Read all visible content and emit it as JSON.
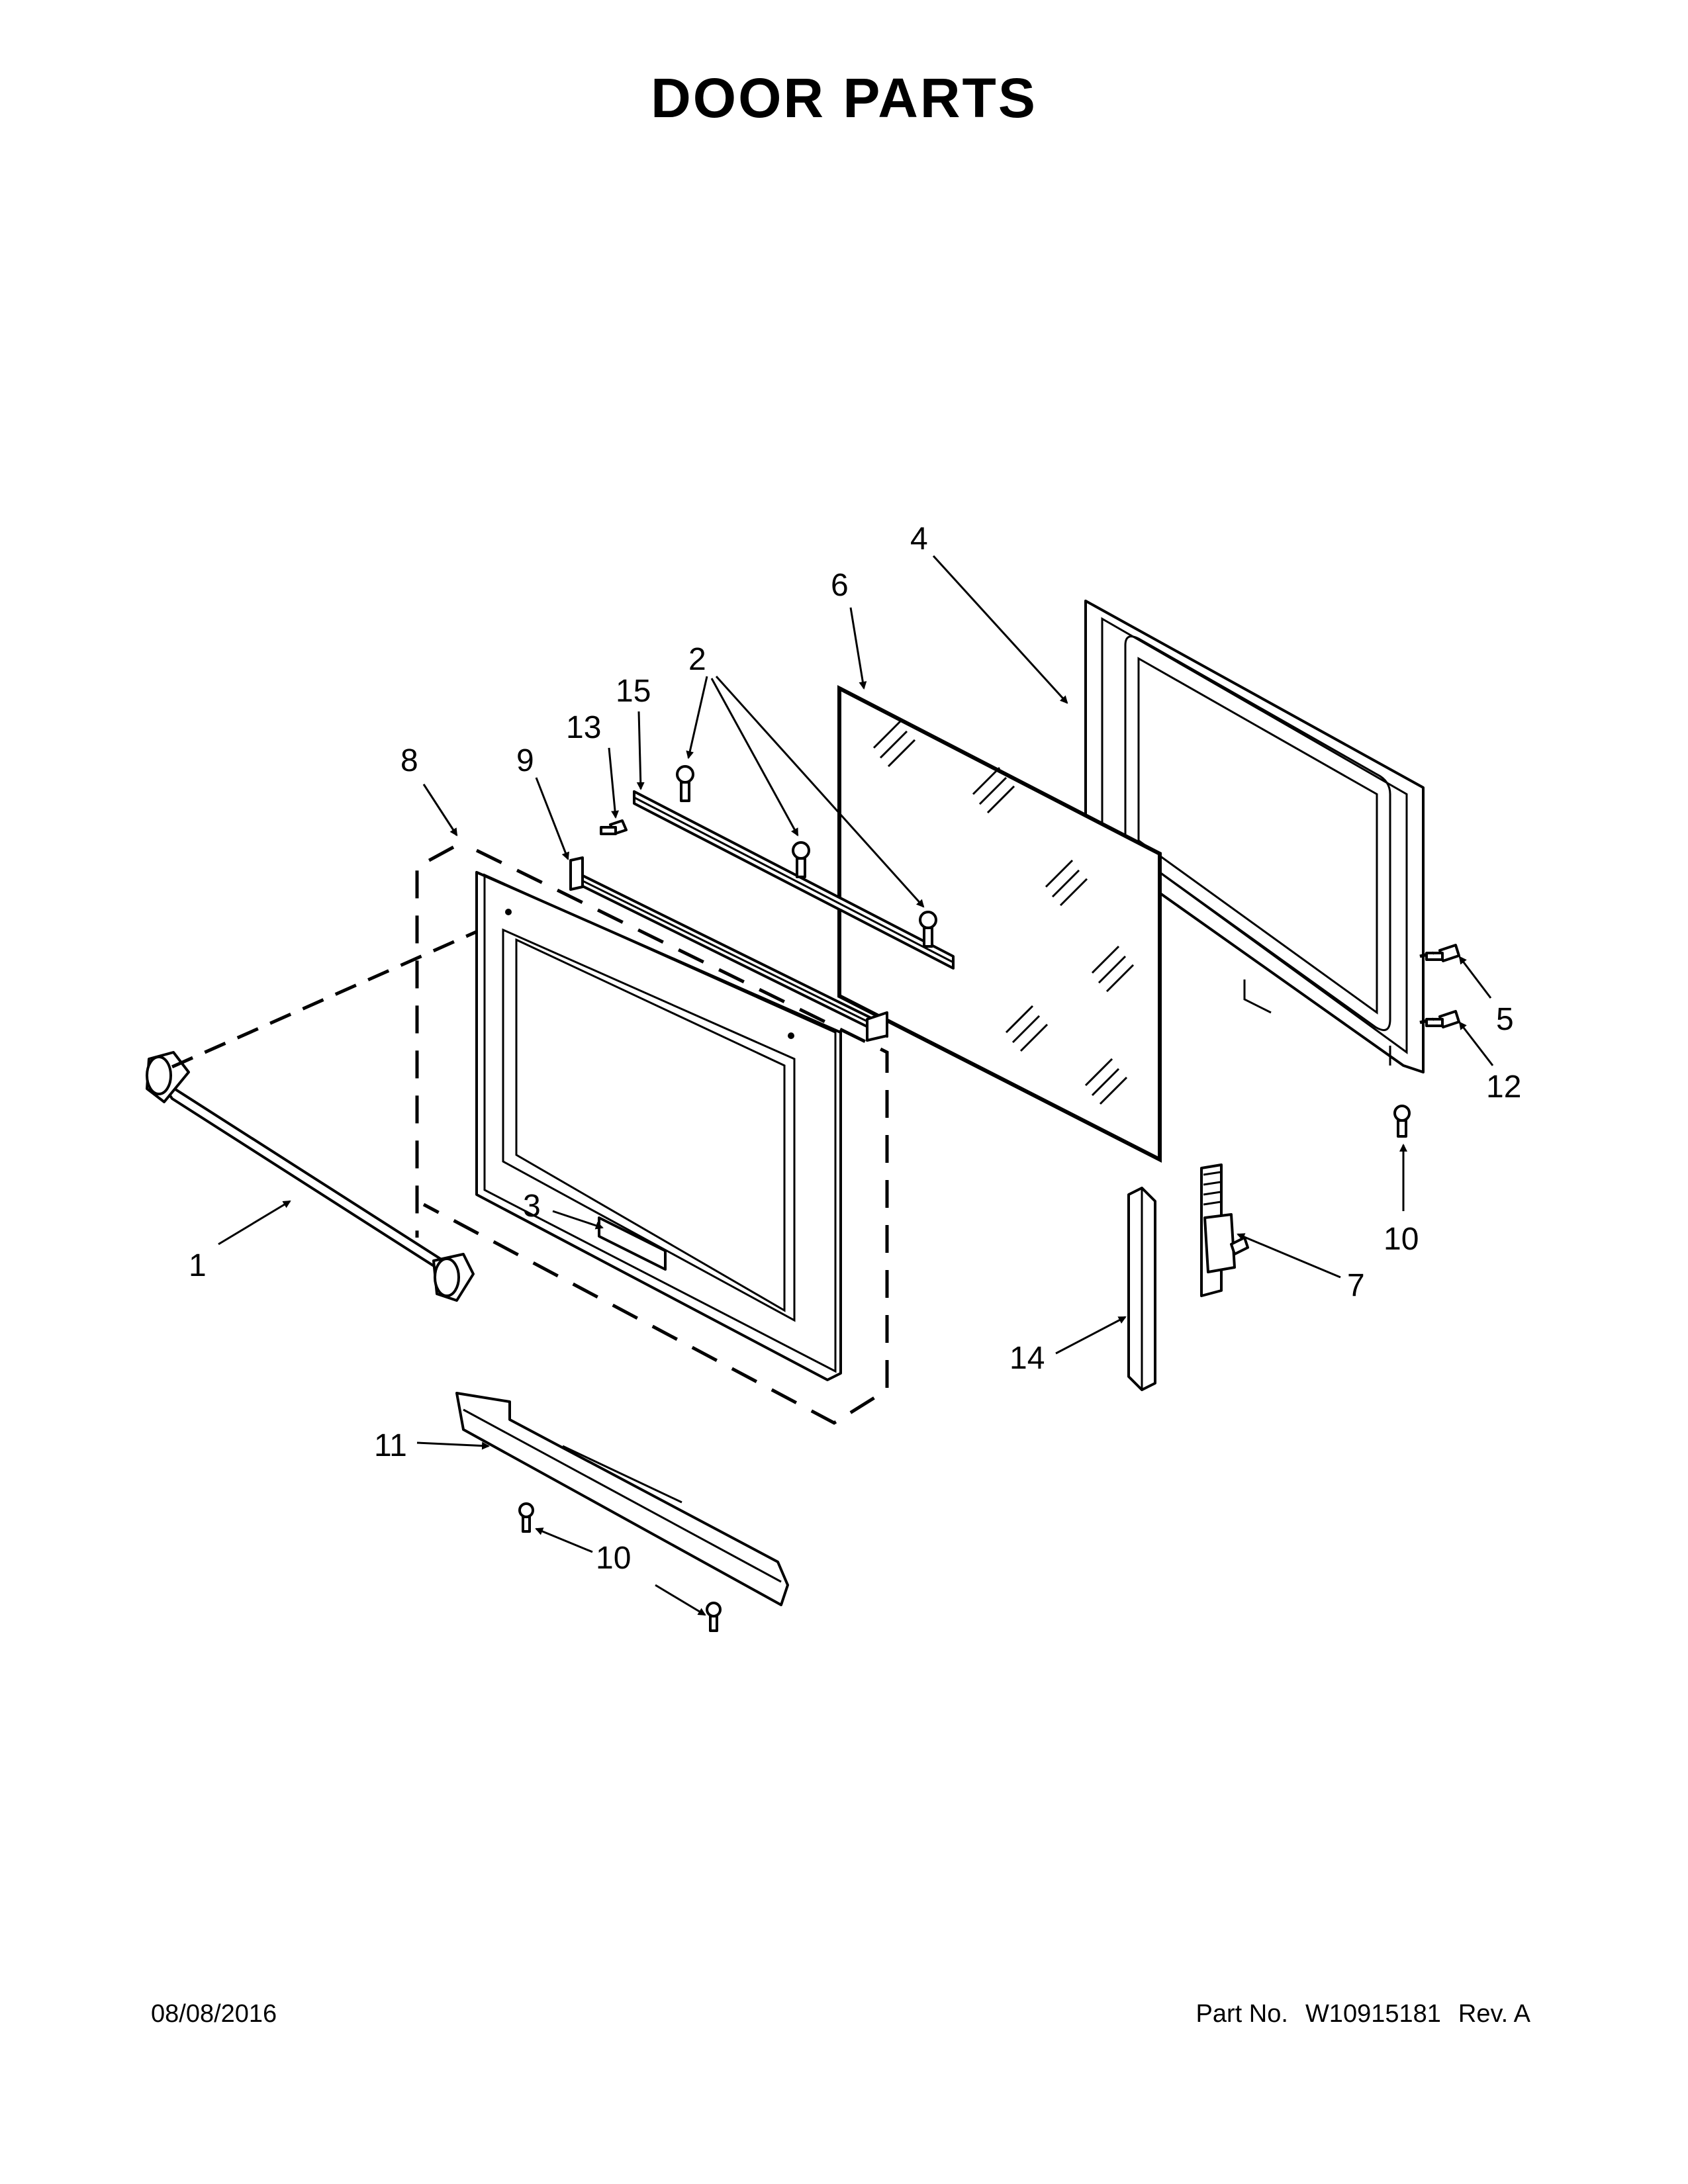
{
  "title": "DOOR PARTS",
  "footer": {
    "date": "08/08/2016",
    "part_label": "Part No.",
    "part_number": "W10915181",
    "rev": "Rev.  A"
  },
  "callouts": {
    "c1": "1",
    "c2": "2",
    "c3": "3",
    "c4": "4",
    "c5": "5",
    "c6": "6",
    "c7": "7",
    "c8": "8",
    "c9": "9",
    "c10a": "10",
    "c10b": "10",
    "c11": "11",
    "c12": "12",
    "c13": "13",
    "c14": "14",
    "c15": "15"
  }
}
